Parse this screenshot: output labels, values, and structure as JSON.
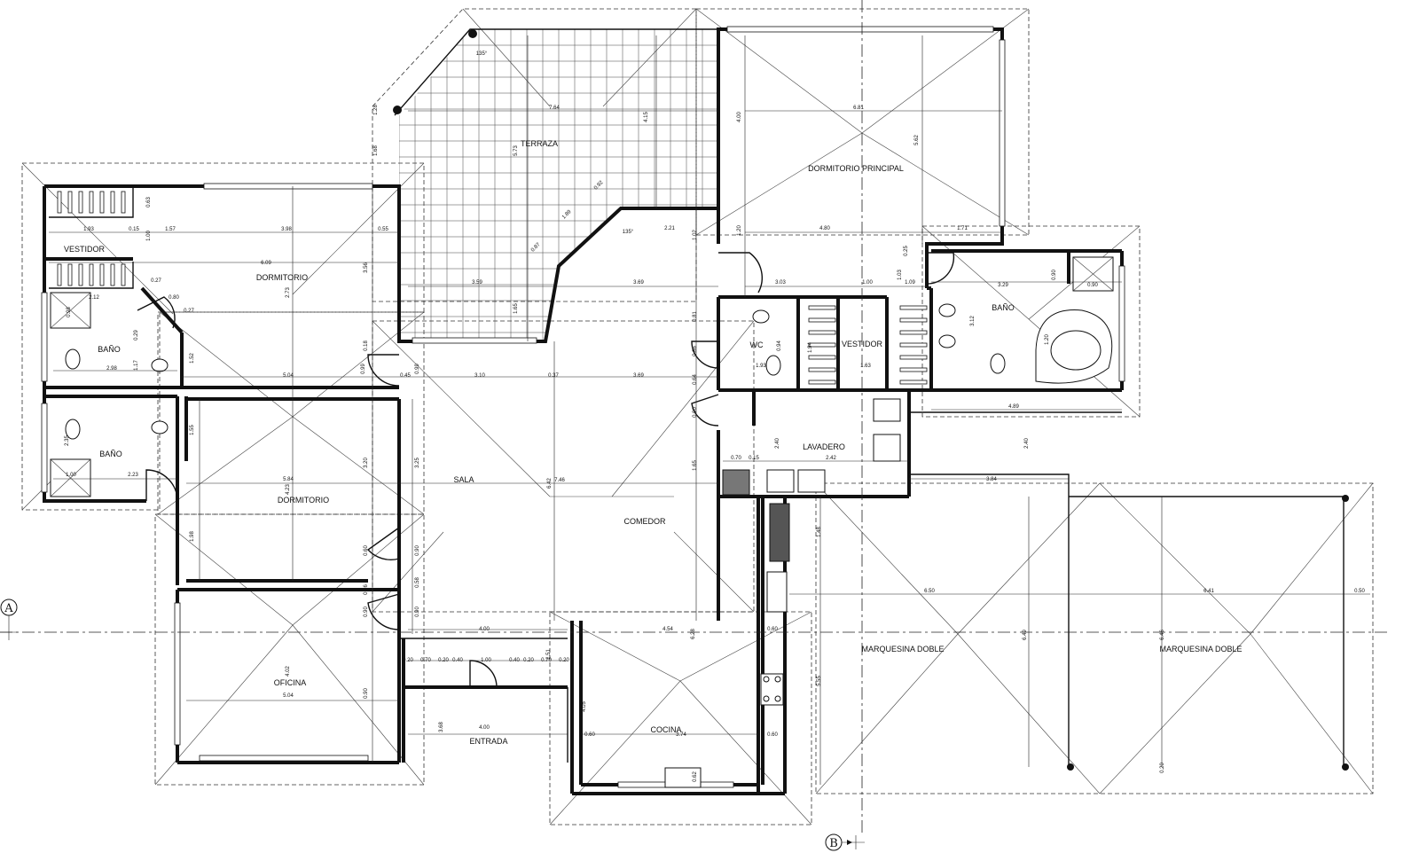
{
  "rooms": {
    "terraza": "TERRAZA",
    "dormitorio_principal": "DORMITORIO  PRINCIPAL",
    "vestidor_left": "VESTIDOR",
    "dormitorio_top": "DORMITORIO",
    "bano_top_left": "BAÑO",
    "bano_bottom_left": "BAÑO",
    "dormitorio_mid": "DORMITORIO",
    "sala": "SALA",
    "comedor": "COMEDOR",
    "wc": "WC",
    "vestidor_right": "VESTIDOR",
    "bano_right": "BAÑO",
    "lavadero": "LAVADERO",
    "oficina": "OFICINA",
    "entrada": "ENTRADA",
    "cocina": "COCINA",
    "marquesina_1": "MARQUESINA  DOBLE",
    "marquesina_2": "MARQUESINA  DOBLE"
  },
  "axes": {
    "a": "A",
    "b": "B"
  },
  "angles": {
    "terraza_corner": "135°",
    "terraza_mid": "135°"
  },
  "dimensions": {
    "d764": "7.64",
    "d573": "5.73",
    "d415": "4.15",
    "d128": "1.28",
    "d168": "1.68",
    "d681": "6.81",
    "d400a": "4.00",
    "d562": "5.62",
    "d480": "4.80",
    "d171": "1.71",
    "d063": "0.63",
    "d193": "1.93",
    "d015a": "0.15",
    "d100a": "1.00",
    "d157": "1.57",
    "d398": "3.98",
    "d055": "0.55",
    "d609": "6.09",
    "d356": "3.56",
    "d273": "2.73",
    "d359": "3.59",
    "d369a": "3.69",
    "d221": "2.21",
    "d102": "1.02",
    "d189": "1.89",
    "d087": "0.87",
    "d092": "0.92",
    "d120": "1.20",
    "d303": "3.03",
    "d100b": "1.00",
    "d103": "1.03",
    "d109": "1.09",
    "d025": "0.25",
    "d329": "3.29",
    "d090a": "0.90",
    "d090b": "0.90",
    "d312": "3.12",
    "d094": "0.94",
    "d120b": "1.20",
    "d193b": "1.93",
    "d194": "1.94",
    "d163": "1.63",
    "d489": "4.89",
    "d240a": "2.40",
    "d240b": "2.40",
    "d242": "2.42",
    "d070": "0.70",
    "d015b": "0.15",
    "d384": "3.84",
    "d165a": "1.65",
    "d165b": "1.65",
    "d081": "0.81",
    "d086": "0.86",
    "d064": "0.64",
    "d090c": "0.90",
    "d212": "2.12",
    "d080": "0.80",
    "d027a": "0.27",
    "d027b": "0.27",
    "d098": "0.98",
    "d117": "1.17",
    "d029": "0.29",
    "d298": "2.98",
    "d152": "1.52",
    "d504a": "5.04",
    "d099a": "0.99",
    "d045": "0.45",
    "d099b": "0.99",
    "d310": "3.10",
    "d037": "0.37",
    "d369b": "3.69",
    "d018": "0.18",
    "d235": "2.35",
    "d155": "1.55",
    "d223": "2.23",
    "d100c": "1.00",
    "d584": "5.84",
    "d320": "3.20",
    "d325": "3.25",
    "d423": "4.23",
    "d746": "7.46",
    "d642": "6.42",
    "d198": "1.98",
    "d148": "1.48",
    "d060a": "0.60",
    "d090d": "0.90",
    "d058": "0.58",
    "d090e": "0.90",
    "d026": "0.26",
    "d090f": "0.90",
    "d400b": "4.00",
    "d454": "4.54",
    "d628": "6.28",
    "d060b": "0.60",
    "d020a": "0.20",
    "d070b": "0.70",
    "d020b": "0.20",
    "d040a": "0.40",
    "d100d": "1.00",
    "d040b": "0.40",
    "d020c": "0.20",
    "d070c": "0.70",
    "d020d": "0.20",
    "d151": "1.51",
    "d402": "4.02",
    "d504b": "5.04",
    "d090g": "0.90",
    "d405": "4.05",
    "d368": "3.68",
    "d400c": "4.00",
    "d060c": "0.60",
    "d374": "3.74",
    "d060d": "0.60",
    "d062": "0.62",
    "d650": "6.50",
    "d641": "6.41",
    "d050": "0.50",
    "d555": "5.55",
    "d649": "6.49",
    "d646": "6.46",
    "d020e": "0.20"
  }
}
